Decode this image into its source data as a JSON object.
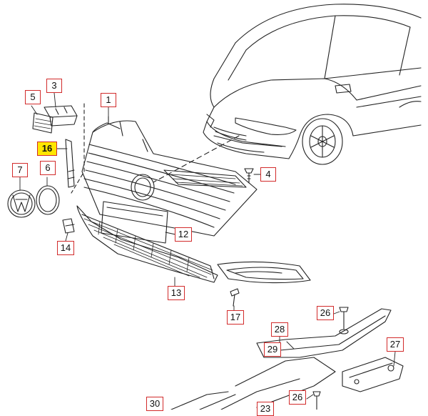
{
  "diagram": {
    "highlight_color": "#ffe600",
    "callout_border_color": "#d22b2b",
    "line_color": "#222222",
    "highlighted_part": "16",
    "callouts": [
      "1",
      "3",
      "4",
      "5",
      "6",
      "7",
      "12",
      "13",
      "14",
      "16",
      "17",
      "23",
      "26",
      "26",
      "27",
      "28",
      "29",
      "30"
    ]
  }
}
